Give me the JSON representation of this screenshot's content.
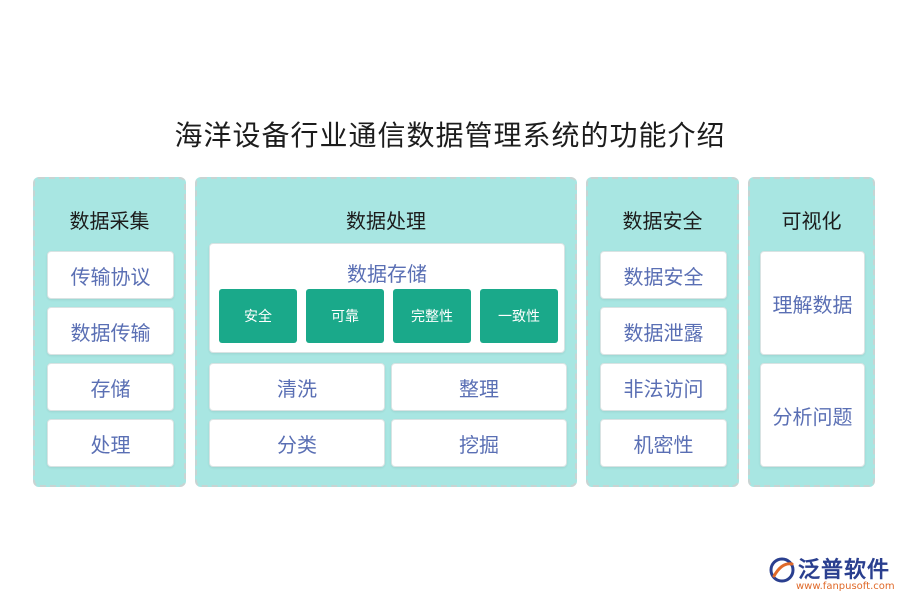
{
  "title": "海洋设备行业通信数据管理系统的功能介绍",
  "colors": {
    "panel_bg": "#a8e6e2",
    "chip_bg": "#1aa98a",
    "box_text": "#5a6fb4",
    "brand_blue": "#2a3f8f",
    "brand_orange": "#e06a2a"
  },
  "panels": {
    "collection": {
      "title": "数据采集",
      "items": [
        "传输协议",
        "数据传输",
        "存储",
        "处理"
      ]
    },
    "processing": {
      "title": "数据处理",
      "storage": {
        "label": "数据存储",
        "chips": [
          "安全",
          "可靠",
          "完整性",
          "一致性"
        ]
      },
      "items": [
        "清洗",
        "整理",
        "分类",
        "挖掘"
      ]
    },
    "security": {
      "title": "数据安全",
      "items": [
        "数据安全",
        "数据泄露",
        "非法访问",
        "机密性"
      ]
    },
    "visualization": {
      "title": "可视化",
      "items": [
        "理解数据",
        "分析问题"
      ]
    }
  },
  "brand": {
    "name": "泛普软件",
    "url": "www.fanpusoft.com",
    "logo_icon": "fanpu-logo-icon"
  }
}
